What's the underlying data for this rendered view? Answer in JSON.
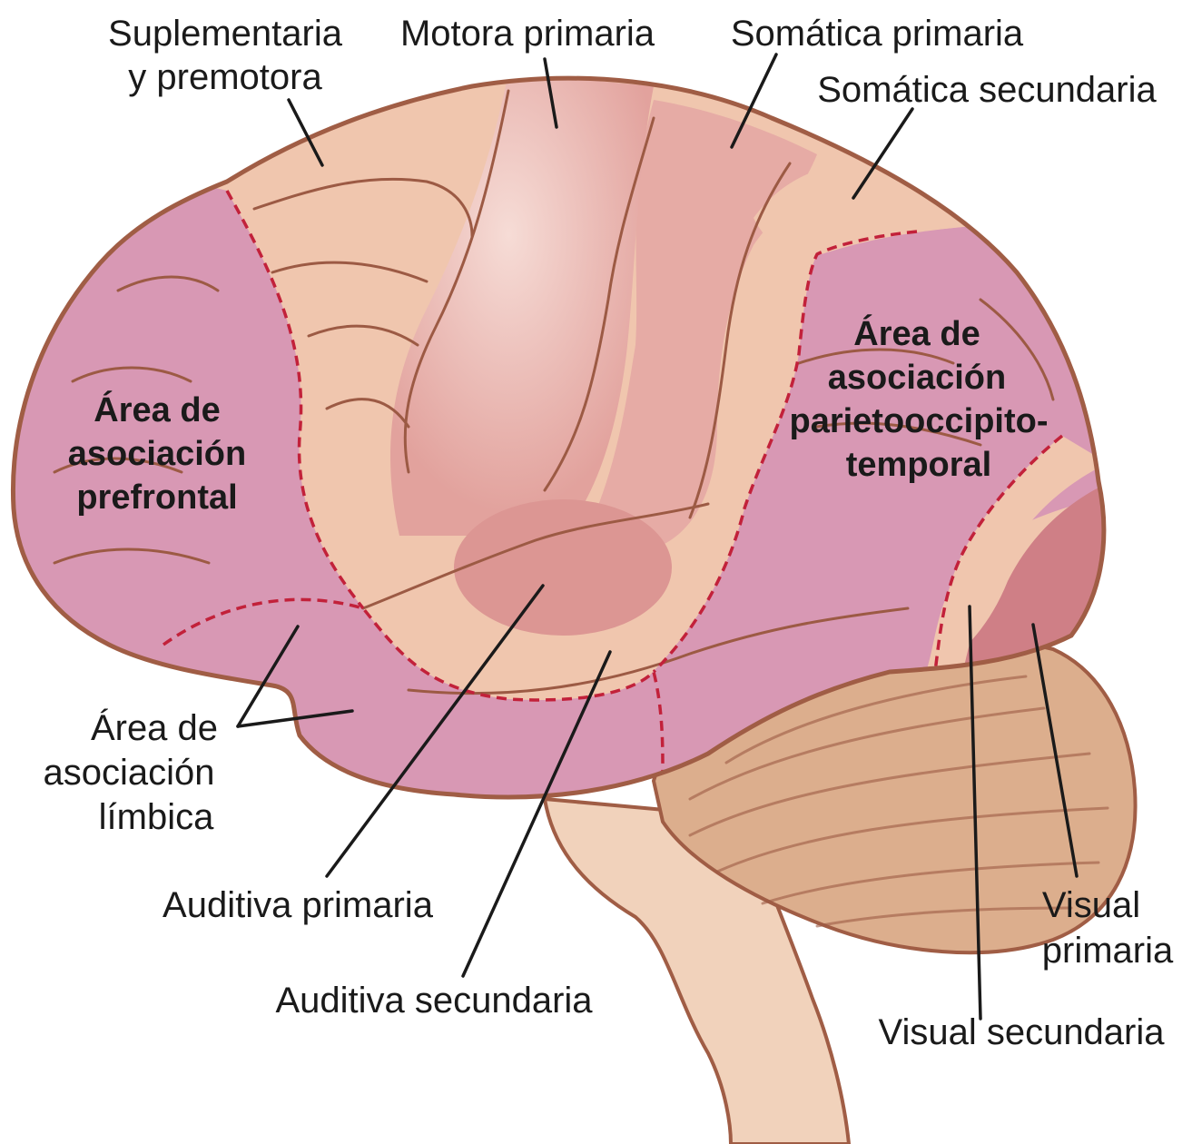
{
  "labels": {
    "suplementaria_line1": "Suplementaria",
    "suplementaria_line2": "y premotora",
    "motora_primaria": "Motora primaria",
    "somatica_primaria": "Somática primaria",
    "somatica_secundaria": "Somática secundaria",
    "prefrontal_line1": "Área de",
    "prefrontal_line2": "asociación",
    "prefrontal_line3": "prefrontal",
    "parieto_line1": "Área de",
    "parieto_line2": "asociación",
    "parieto_line3": "parietooccipito-",
    "parieto_line4": "temporal",
    "limbica_line1": "Área de",
    "limbica_line2": "asociación",
    "limbica_line3": "límbica",
    "auditiva_primaria": "Auditiva primaria",
    "auditiva_secundaria": "Auditiva secundaria",
    "visual_primaria_line1": "Visual",
    "visual_primaria_line2": "primaria",
    "visual_secundaria": "Visual secundaria"
  },
  "colors": {
    "association_area": "#d898b4",
    "premotor_and_secondary": "#f0c6ae",
    "motor_primary": "#e2a29d",
    "somatic_primary": "#e6aba5",
    "auditory_primary": "#dc9693",
    "visual_primary": "#cf7f86",
    "cerebellum": "#dcae8d",
    "brainstem": "#f1d2bb",
    "outline": "#a05d45",
    "boundary_dashes": "#c2213a"
  }
}
